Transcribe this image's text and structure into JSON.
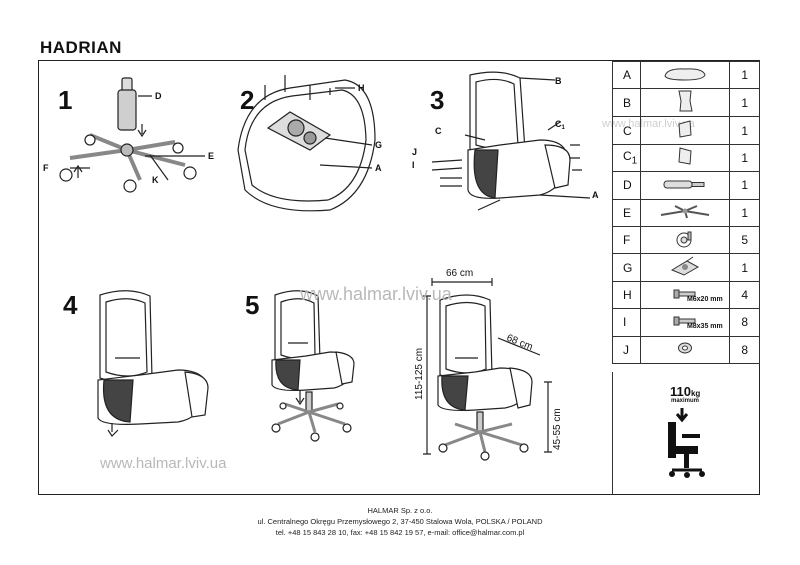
{
  "title": "HADRIAN",
  "steps": [
    "1",
    "2",
    "3",
    "4",
    "5"
  ],
  "labels": {
    "s1": {
      "d": "D",
      "e": "E",
      "f": "F",
      "k": "K"
    },
    "s2": {
      "h": "H",
      "g": "G",
      "a": "A"
    },
    "s3": {
      "b": "B",
      "c": "C",
      "c1": "C",
      "c1sub": "1",
      "j": "J",
      "i": "I",
      "a": "A"
    }
  },
  "dimensions": {
    "width": "66 cm",
    "depth": "68 cm",
    "height": "115-125 cm",
    "seat": "45-55 cm"
  },
  "watermark": "www.halmar.lviv.ua",
  "parts": [
    {
      "code": "A",
      "note": "",
      "qty": "1",
      "icon": "seat-part-icon"
    },
    {
      "code": "B",
      "note": "",
      "qty": "1",
      "icon": "backrest-part-icon"
    },
    {
      "code": "C",
      "note": "",
      "qty": "1",
      "icon": "armrest-left-icon"
    },
    {
      "code": "C",
      "sub": "1",
      "note": "",
      "qty": "1",
      "icon": "armrest-right-icon"
    },
    {
      "code": "D",
      "note": "",
      "qty": "1",
      "icon": "gas-lift-icon"
    },
    {
      "code": "E",
      "note": "",
      "qty": "1",
      "icon": "star-base-icon"
    },
    {
      "code": "F",
      "note": "",
      "qty": "5",
      "icon": "caster-icon"
    },
    {
      "code": "G",
      "note": "",
      "qty": "1",
      "icon": "mechanism-icon"
    },
    {
      "code": "H",
      "note": "M6x20 mm",
      "qty": "4",
      "icon": "bolt-icon"
    },
    {
      "code": "I",
      "note": "M8x35 mm",
      "qty": "8",
      "icon": "bolt-icon"
    },
    {
      "code": "J",
      "note": "",
      "qty": "8",
      "icon": "washer-icon"
    }
  ],
  "max_load": {
    "value": "110",
    "unit": "kg",
    "label": "maximum"
  },
  "footer": {
    "line1": "HALMAR Sp. z o.o.",
    "line2": "ul. Centralnego Okręgu Przemysłowego 2, 37-450 Stalowa Wola, POLSKA / POLAND",
    "line3": "tel. +48 15 843 28 10, fax: +48 15 842 19 57, e-mail: office@halmar.com.pl"
  }
}
